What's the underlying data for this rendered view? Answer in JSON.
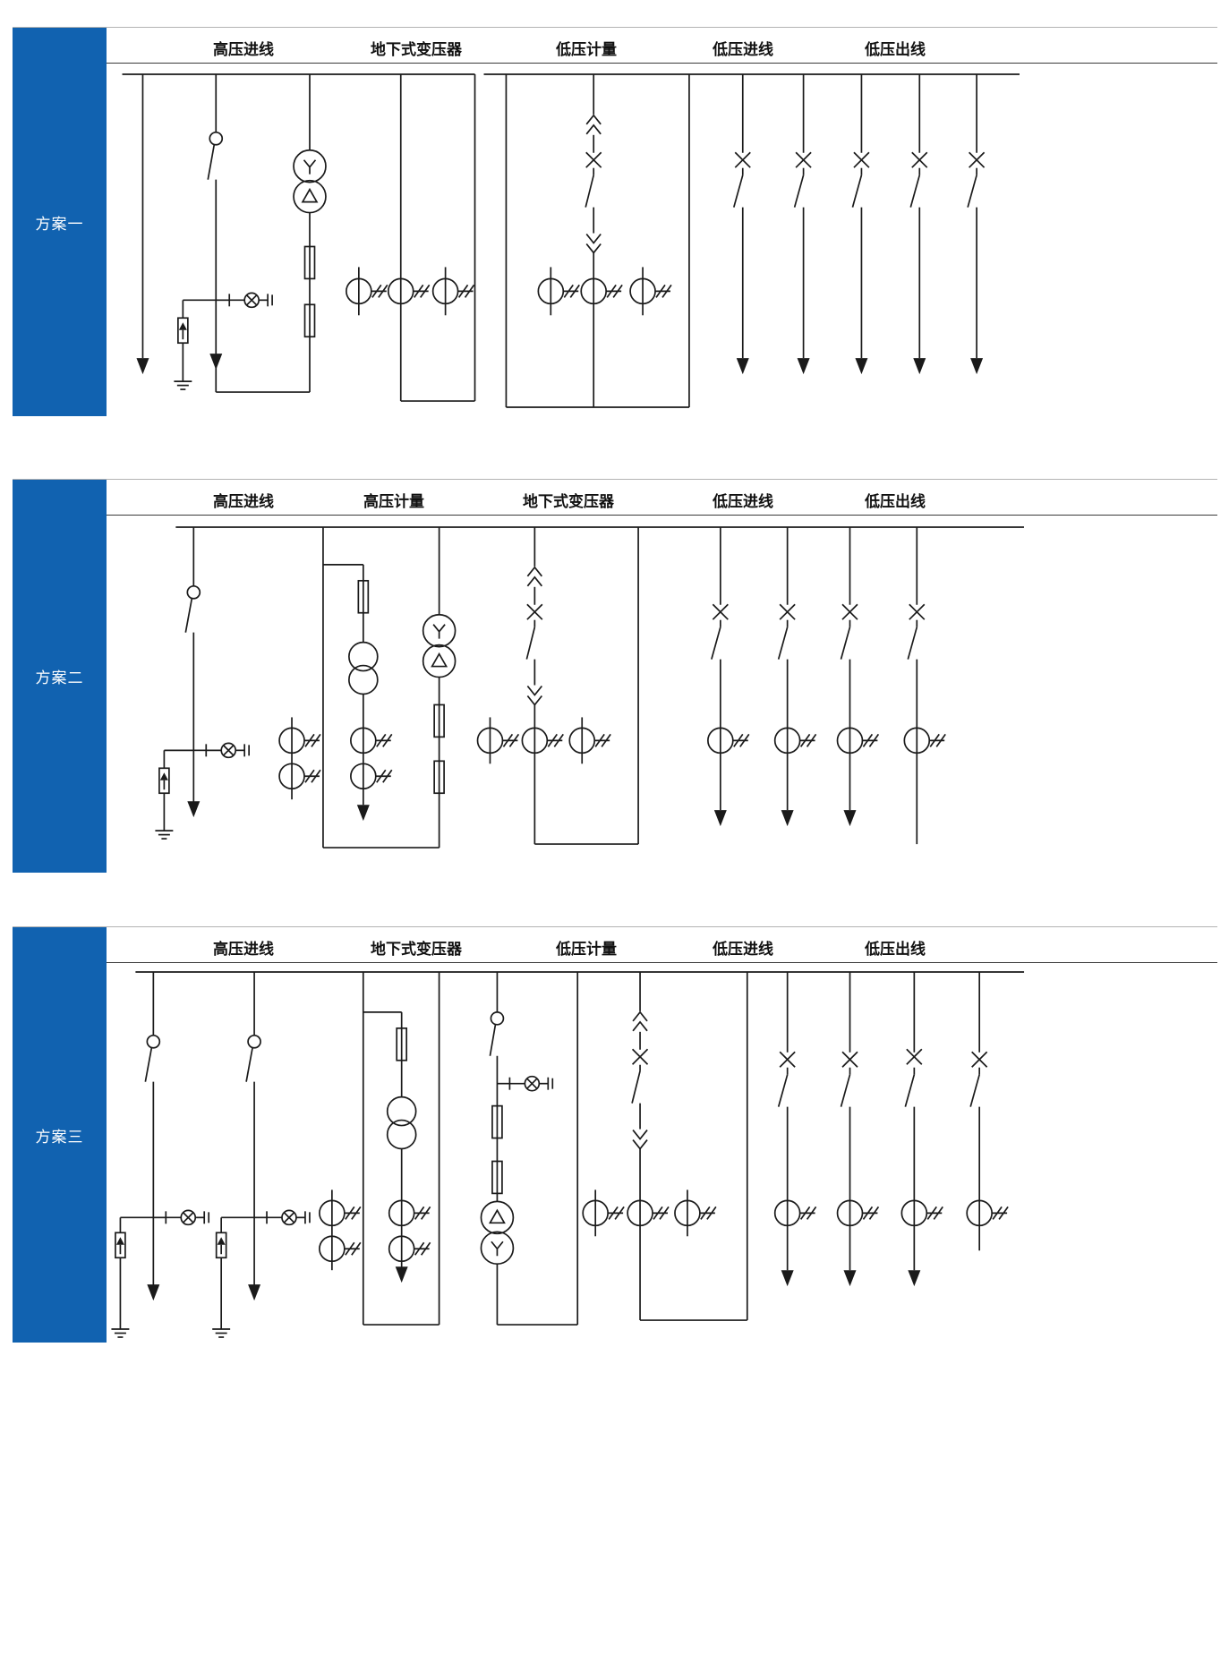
{
  "colors": {
    "sidebar_blue": "#1162b0",
    "line_color": "#1a1a1a",
    "background": "#ffffff"
  },
  "panels": [
    {
      "label": "方案一",
      "columns": [
        "高压进线",
        "地下式变压器",
        "低压计量",
        "低压进线",
        "低压出线"
      ]
    },
    {
      "label": "方案二",
      "columns": [
        "高压进线",
        "高压计量",
        "地下式变压器",
        "低压进线",
        "低压出线"
      ]
    },
    {
      "label": "方案三",
      "columns": [
        "高压进线",
        "地下式变压器",
        "低压计量",
        "低压进线",
        "低压出线"
      ]
    }
  ],
  "symbols": {
    "ct": "current-transformer-meter",
    "xmark": "circuit-breaker",
    "chev": "drawout-contact",
    "fuse": "fuse",
    "arrester": "surge-arrester",
    "gnd": "earth-ground",
    "arrow": "load-arrow",
    "lamp": "indicator-lamp",
    "circle-switch": "disconnector"
  }
}
